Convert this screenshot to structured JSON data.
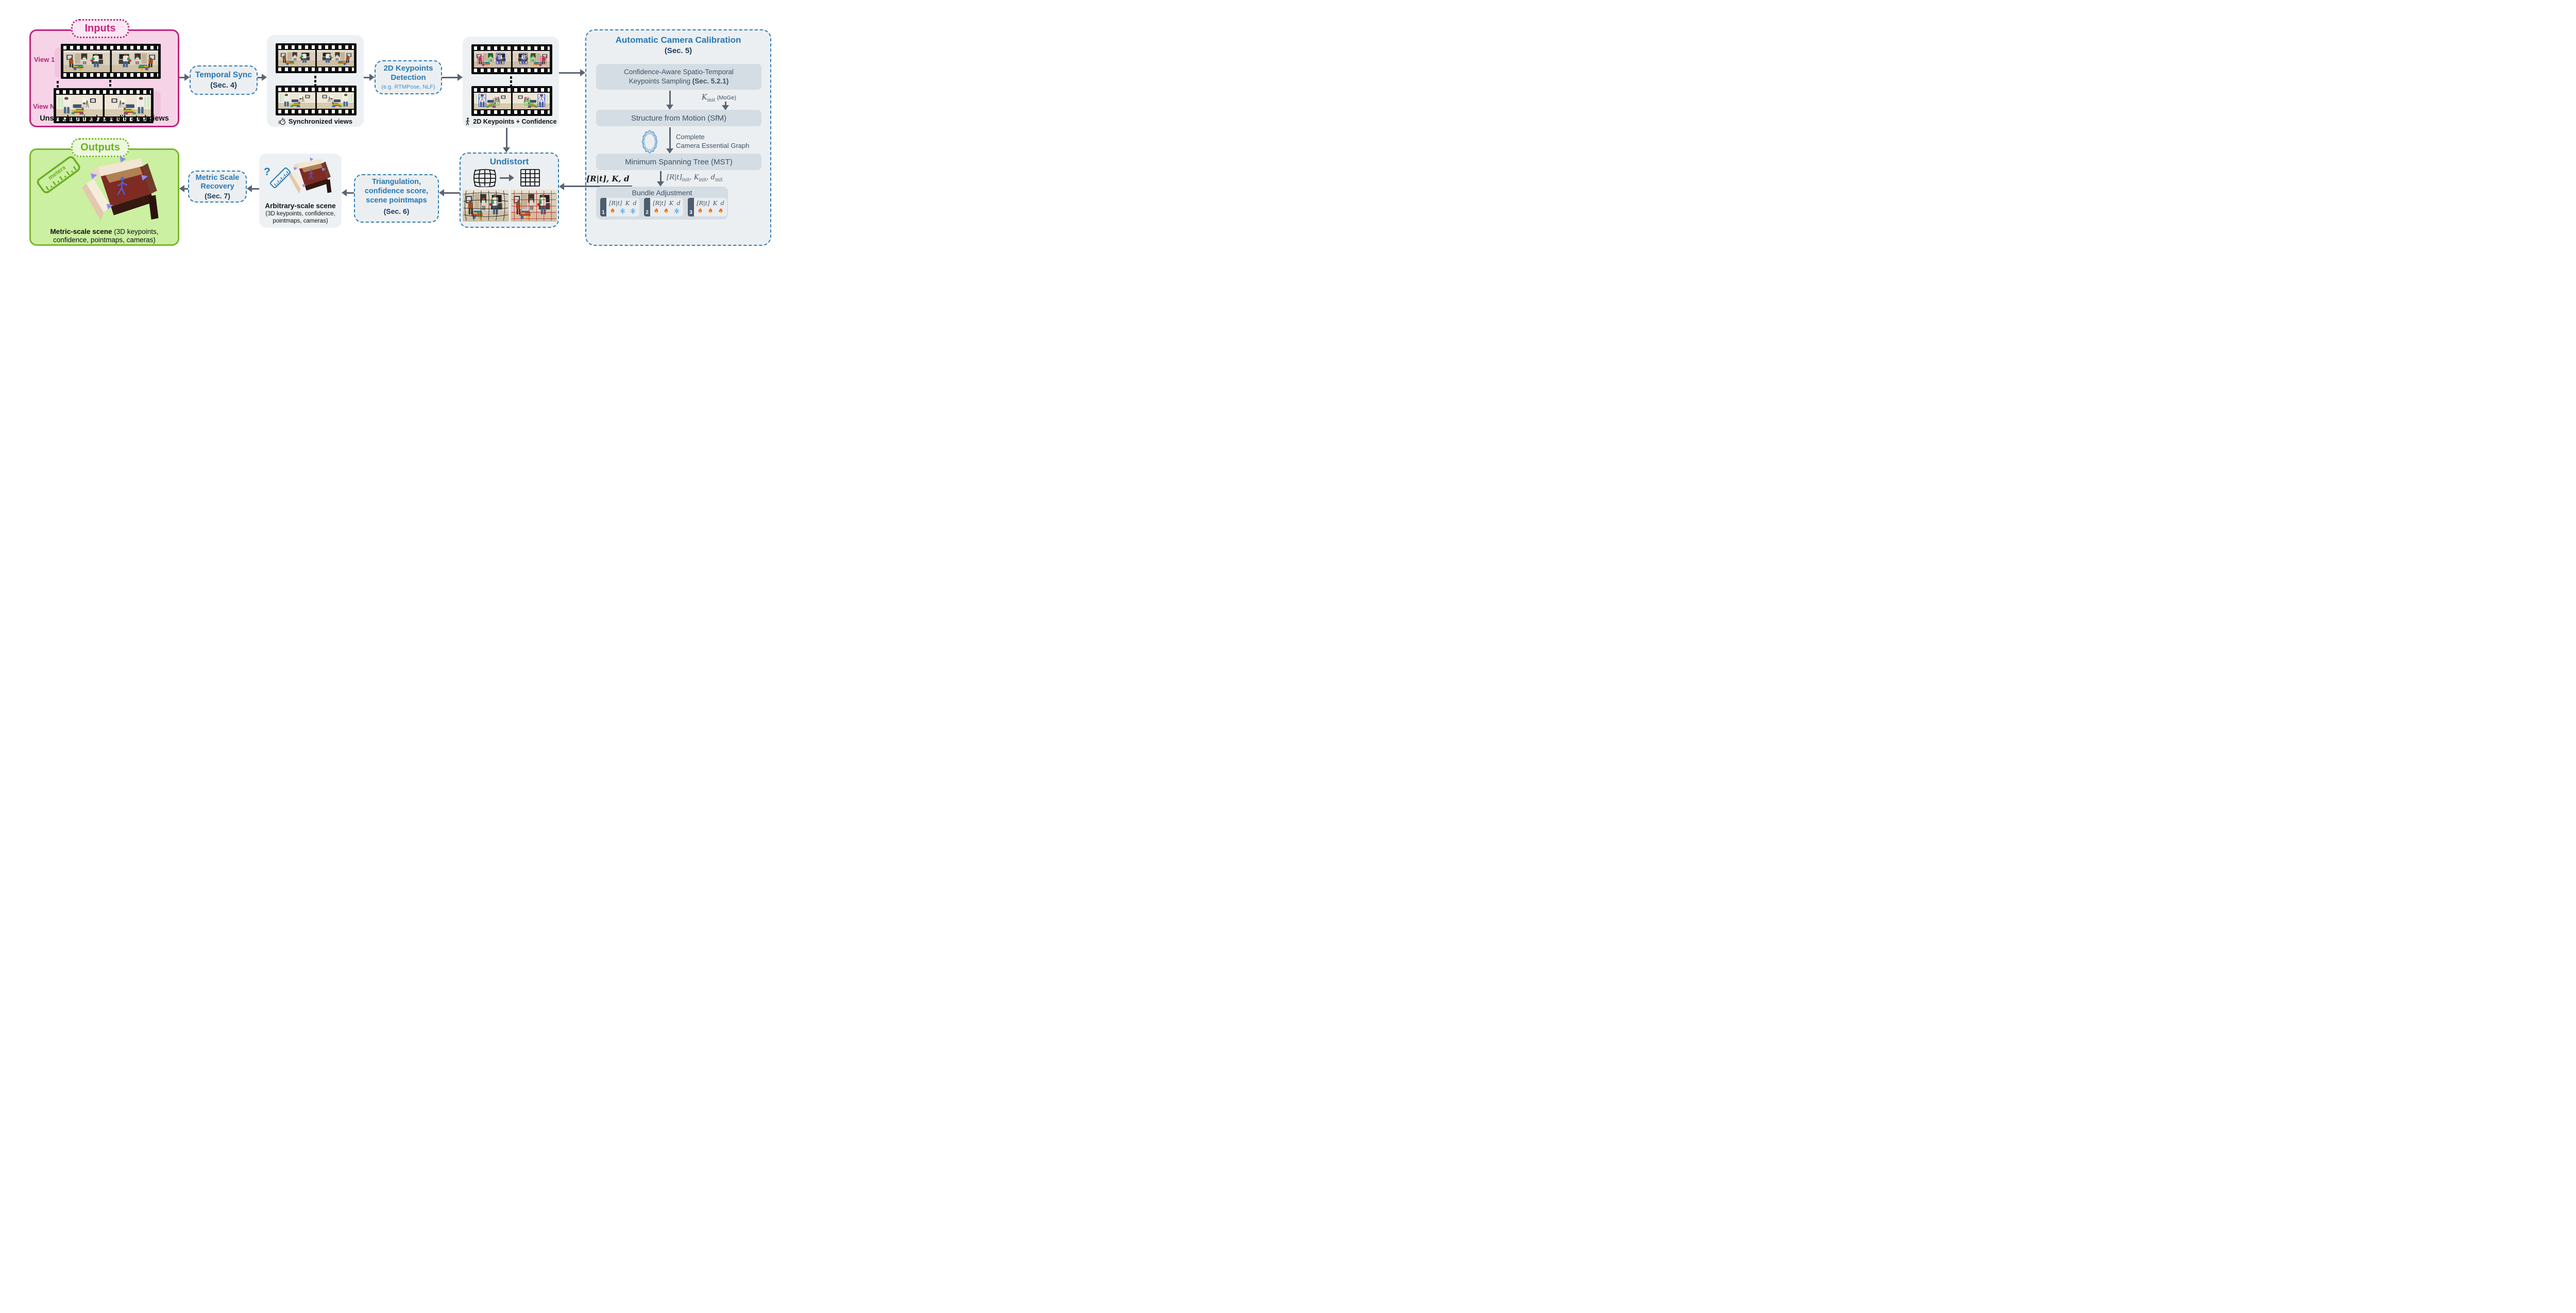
{
  "colors": {
    "accent_blue": "#2878b5",
    "navy": "#1b3a5a",
    "magenta": "#c2247d",
    "green_border": "#79b829",
    "green_text": "#6cb21f",
    "arrow": "#5b6472",
    "panel_bg": "#edf1f3",
    "bar_bg": "#d4dde3",
    "bar_text": "#3f5265",
    "pink_bg": "#f7d3e8",
    "green_bg": "#cbf0a1"
  },
  "inputs": {
    "label": "Inputs",
    "view1": "View 1",
    "viewN": "View N",
    "caption": "Unsynchronized, uncalibrated views"
  },
  "temporal_sync": {
    "title": "Temporal Sync",
    "sec": "(Sec. 4)"
  },
  "sync_views": {
    "caption": "Synchronized views"
  },
  "kp_detection": {
    "line1": "2D Keypoints",
    "line2": "Detection",
    "sub": "(e.g. RTMPose, NLF)"
  },
  "kp_views": {
    "caption": "2D Keypoints + Confidence"
  },
  "acc": {
    "title": "Automatic Camera Calibration",
    "sec": "(Sec. 5)",
    "sampling": {
      "line1": "Confidence-Aware Spatio-Temporal",
      "line2": "Keypoints Sampling ",
      "line2_bold": "(Sec. 5.2.1)"
    },
    "kinit": {
      "k": "K",
      "sub": "init",
      "suffix": " (MoGe)"
    },
    "sfm": "Structure from Motion (SfM)",
    "graph_line1": "Complete",
    "graph_line2": "Camera Essential Graph",
    "mst": "Minimum Spanning Tree (MST)",
    "init_label": {
      "p1": "[R|t]",
      "s1": "init",
      "p2": ", K",
      "s2": "init",
      "p3": ", d",
      "s3": "init"
    },
    "out_label": "[R|t], K, d",
    "bundle_adjustment": {
      "title": "Bundle Adjustment",
      "stages": [
        {
          "num": "1",
          "p1": "[R|t]",
          "p2": "K",
          "p3": "d",
          "states": [
            "optimized",
            "frozen",
            "frozen"
          ]
        },
        {
          "num": "2",
          "p1": "[R|t]",
          "p2": "K",
          "p3": "d",
          "states": [
            "optimized",
            "optimized",
            "frozen"
          ]
        },
        {
          "num": "3",
          "p1": "[R|t]",
          "p2": "K",
          "p3": "d",
          "states": [
            "optimized",
            "optimized",
            "optimized"
          ]
        }
      ]
    }
  },
  "undistort": {
    "title": "Undistort"
  },
  "triangulation": {
    "line1": "Triangulation,",
    "line2": "confidence score,",
    "line3": "scene pointmaps",
    "sec": "(Sec. 6)"
  },
  "arbitrary_scene": {
    "title": "Arbitrary-scale scene",
    "line2": "(3D keypoints, confidence,",
    "line3": "pointmaps, cameras)"
  },
  "metric_scale": {
    "line1": "Metric Scale",
    "line2": "Recovery",
    "sec": "(Sec. 7)"
  },
  "outputs": {
    "label": "Outputs",
    "ruler_text": "meters",
    "caption_bold": "Metric-scale scene",
    "caption_rest": " (3D keypoints,",
    "caption_line2": "confidence, pointmaps, cameras)"
  }
}
